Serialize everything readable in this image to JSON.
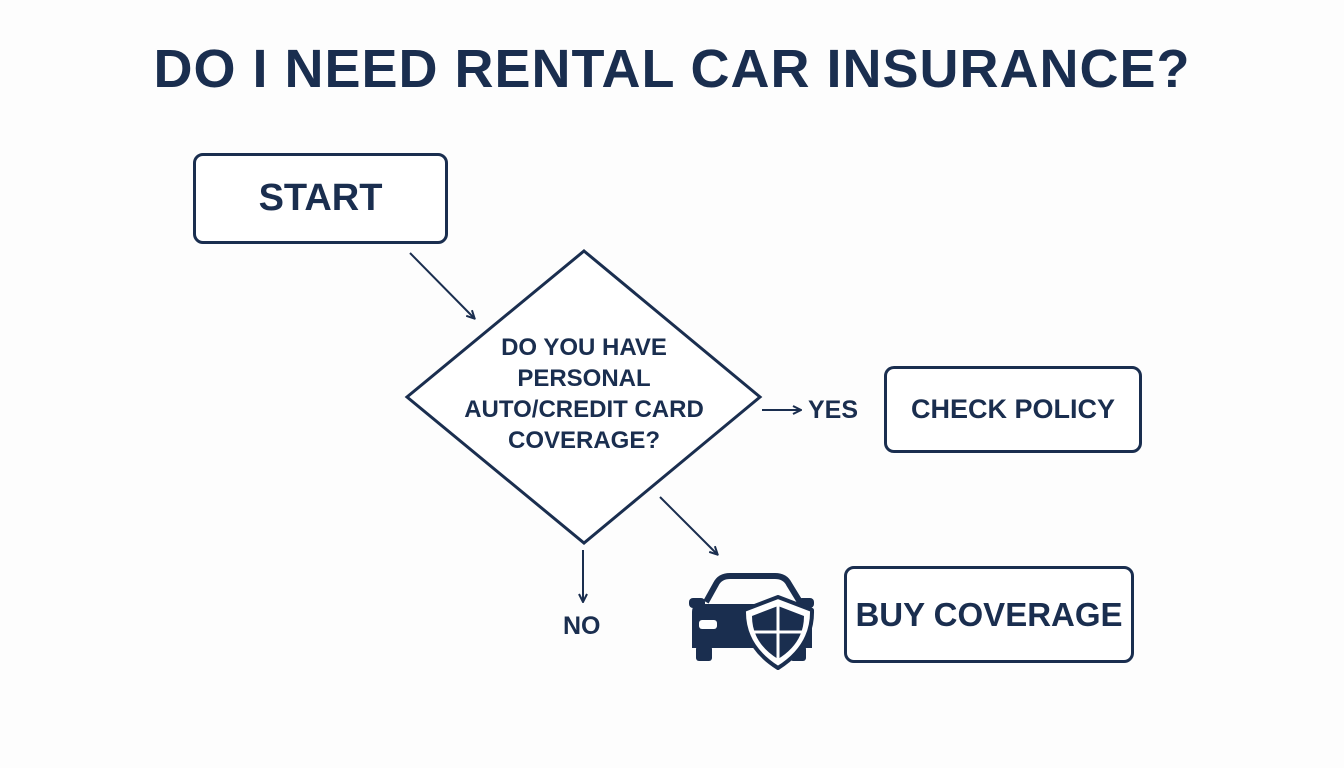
{
  "title": "DO I NEED RENTAL CAR INSURANCE?",
  "nodes": {
    "start": "START",
    "question": {
      "lines": [
        "DO YOU HAVE",
        "PERSONAL",
        "AUTO/CREDIT CARD",
        "COVERAGE?"
      ]
    },
    "check_policy": "CHECK POLICY",
    "buy_coverage": "BUY COVERAGE"
  },
  "edges": {
    "yes_label": "YES",
    "no_label": "NO"
  },
  "icons": [
    "car-shield-icon"
  ],
  "colors": {
    "primary": "#1a2e4f",
    "background": "#fdfdfd"
  }
}
